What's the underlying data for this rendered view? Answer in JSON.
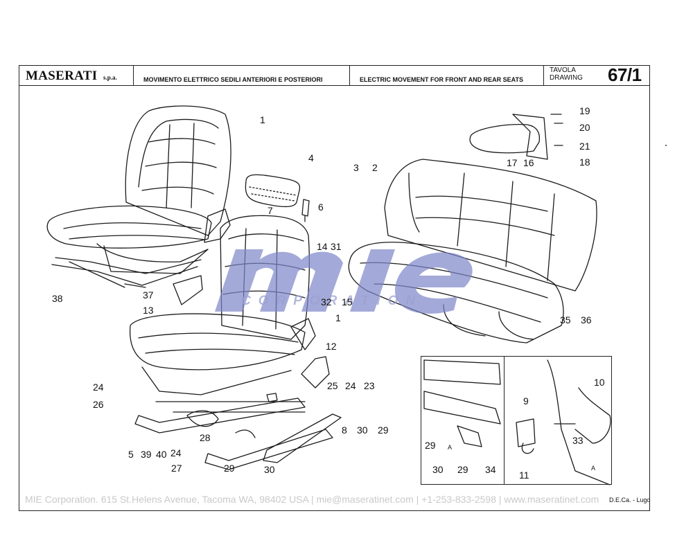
{
  "header": {
    "brand": "MASERATI",
    "brand_suffix": "s.p.a.",
    "title_it": "MOVIMENTO ELETTRICO SEDILI ANTERIORI E POSTERIORI",
    "title_en": "ELECTRIC MOVEMENT FOR FRONT AND REAR SEATS",
    "tavola": "TAVOLA",
    "drawing": "DRAWING",
    "number": "67/1"
  },
  "watermark": {
    "logo": "mie",
    "text": "CORPORATION",
    "color": "#7d86c8"
  },
  "callouts": [
    "1",
    "4",
    "6",
    "7",
    "14",
    "31",
    "32",
    "15",
    "1",
    "37",
    "13",
    "38",
    "12",
    "24",
    "23",
    "25",
    "24",
    "26",
    "8",
    "30",
    "29",
    "5",
    "39",
    "40",
    "28",
    "24",
    "27",
    "29",
    "30",
    "3",
    "2",
    "19",
    "20",
    "21",
    "18",
    "17",
    "16",
    "35",
    "36",
    "9",
    "10",
    "29",
    "33",
    "A",
    "30",
    "29",
    "34",
    "11",
    "A"
  ],
  "credit": "D.E.Ca. - Lugo",
  "footer": "MIE Corporation. 615 St.Helens Avenue, Tacoma WA, 98402 USA  |  mie@maseratinet.com  |  +1-253-833-2598  |  www.maseratinet.com"
}
